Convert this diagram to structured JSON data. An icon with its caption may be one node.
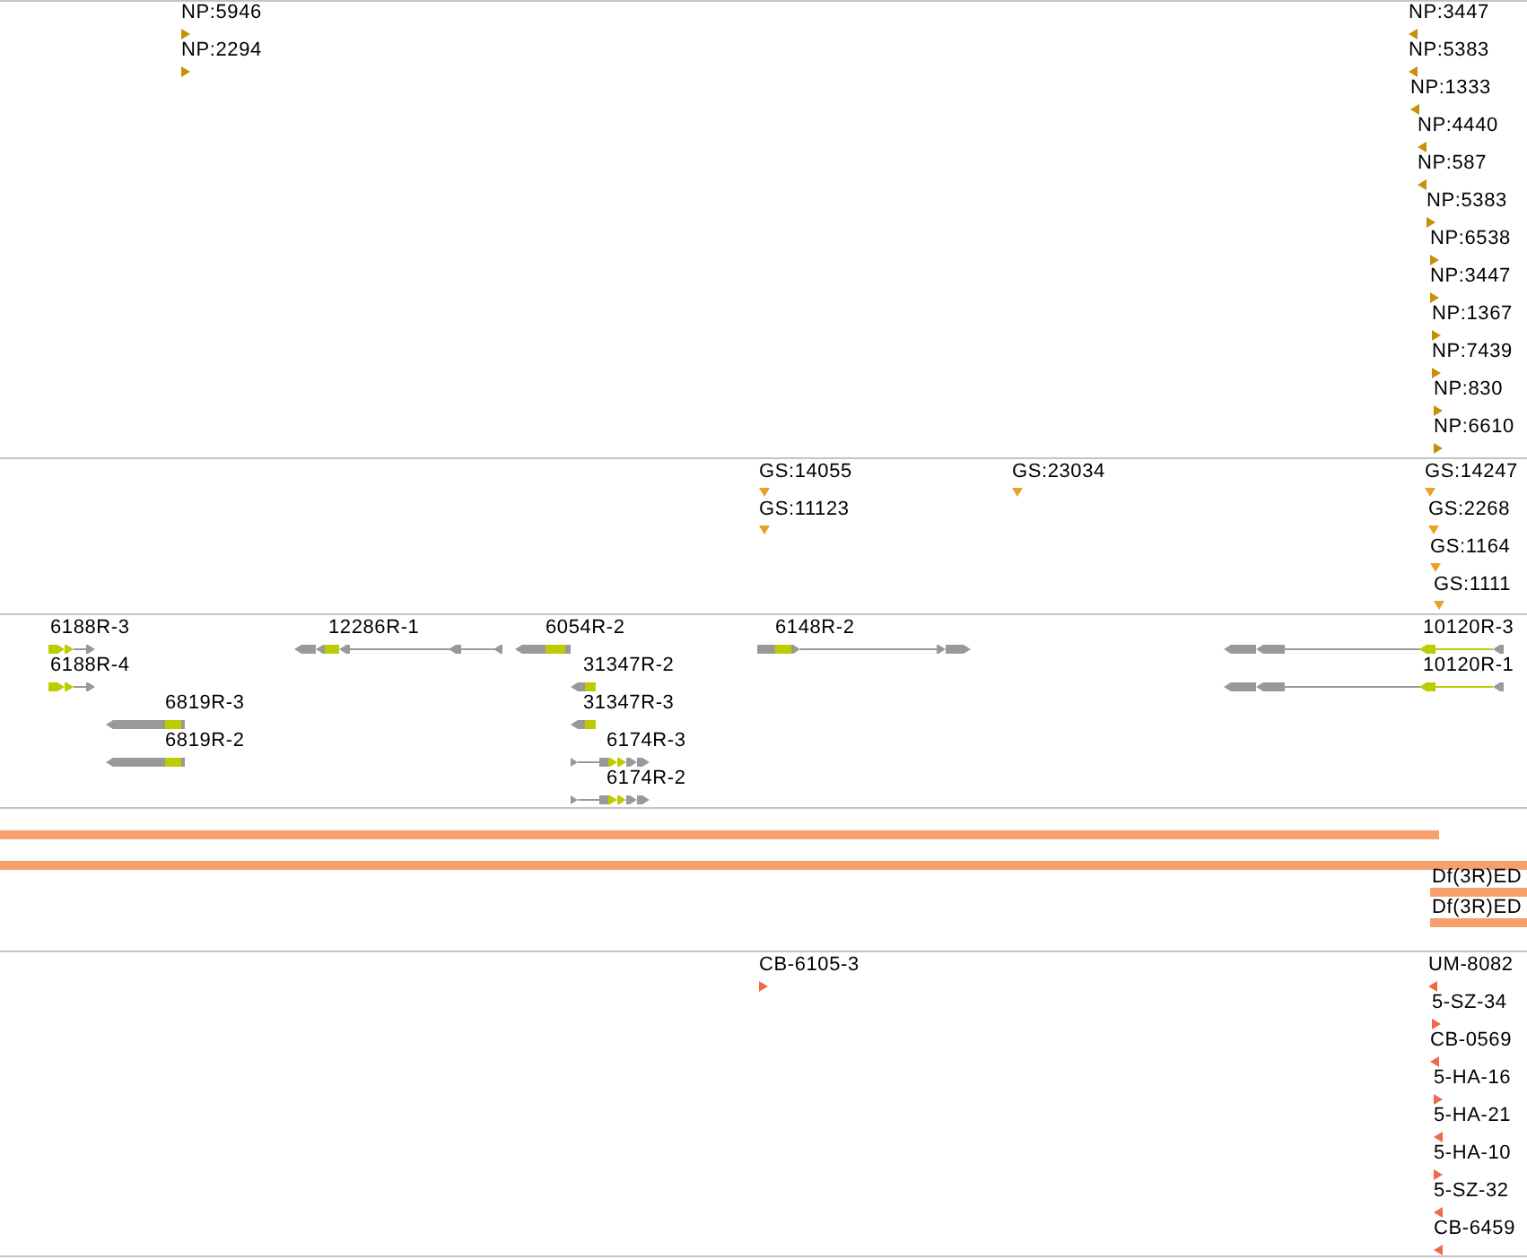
{
  "diagram": {
    "labels": [
      "NP:5946",
      "NP:2294",
      "NP:3447",
      "NP:5383",
      "NP:1333",
      "NP:4440",
      "NP:587",
      "NP:5383",
      "NP:6538",
      "NP:3447",
      "NP:1367",
      "NP:7439",
      "NP:830",
      "NP:6610",
      "GS:14055",
      "GS:11123",
      "GS:23034",
      "GS:14247",
      "GS:2268",
      "GS:1164",
      "GS:1111",
      "6188R-3",
      "6188R-4",
      "6819R-3",
      "6819R-2",
      "12286R-1",
      "6054R-2",
      "31347R-2",
      "31347R-3",
      "6174R-3",
      "6174R-2",
      "6148R-2",
      "10120R-3",
      "10120R-1",
      "Df(3R)ED",
      "Df(3R)ED",
      "CB-6105-3",
      "UM-8082",
      "5-SZ-34",
      "CB-0569",
      "5-HA-16",
      "5-HA-21",
      "5-HA-10",
      "5-SZ-32",
      "CB-6459"
    ]
  }
}
